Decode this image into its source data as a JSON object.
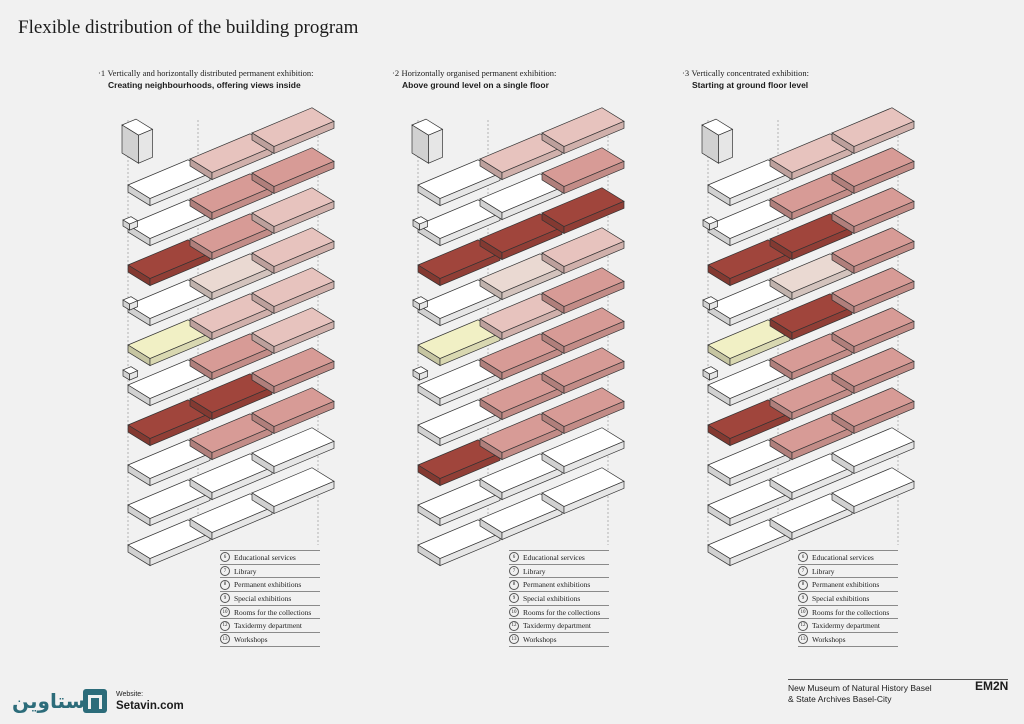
{
  "title": "Flexible distribution of the building program",
  "columns": [
    {
      "num": "·1",
      "line1": "Vertically and horizontally distributed permanent exhibition:",
      "line2": "Creating neighbourhoods, offering views inside"
    },
    {
      "num": "·2",
      "line1": "Horizontally organised permanent exhibition:",
      "line2": "Above ground level on a single floor"
    },
    {
      "num": "·3",
      "line1": "Vertically concentrated exhibition:",
      "line2": "Starting at ground floor level"
    }
  ],
  "legend": [
    {
      "num": "6",
      "label": "Educational services"
    },
    {
      "num": "7",
      "label": "Library"
    },
    {
      "num": "8",
      "label": "Permanent exhibitions"
    },
    {
      "num": "9",
      "label": "Special exhibitions"
    },
    {
      "num": "10",
      "label": "Rooms for the collections"
    },
    {
      "num": "12",
      "label": "Taxidermy department"
    },
    {
      "num": "13",
      "label": "Workshops"
    }
  ],
  "colors": {
    "permanent": "#a0453c",
    "special": "#d79b96",
    "collections": "#e7c3be",
    "library": "#ead9d2",
    "educational": "#f1f0c5",
    "white": "#ffffff"
  },
  "footer": {
    "line1": "New Museum of Natural History Basel",
    "line2": "& State Archives Basel-City",
    "brand": "EM2N"
  },
  "logo": {
    "arabic": "ستاوین",
    "website_label": "Website:",
    "website": "Setavin.com"
  }
}
